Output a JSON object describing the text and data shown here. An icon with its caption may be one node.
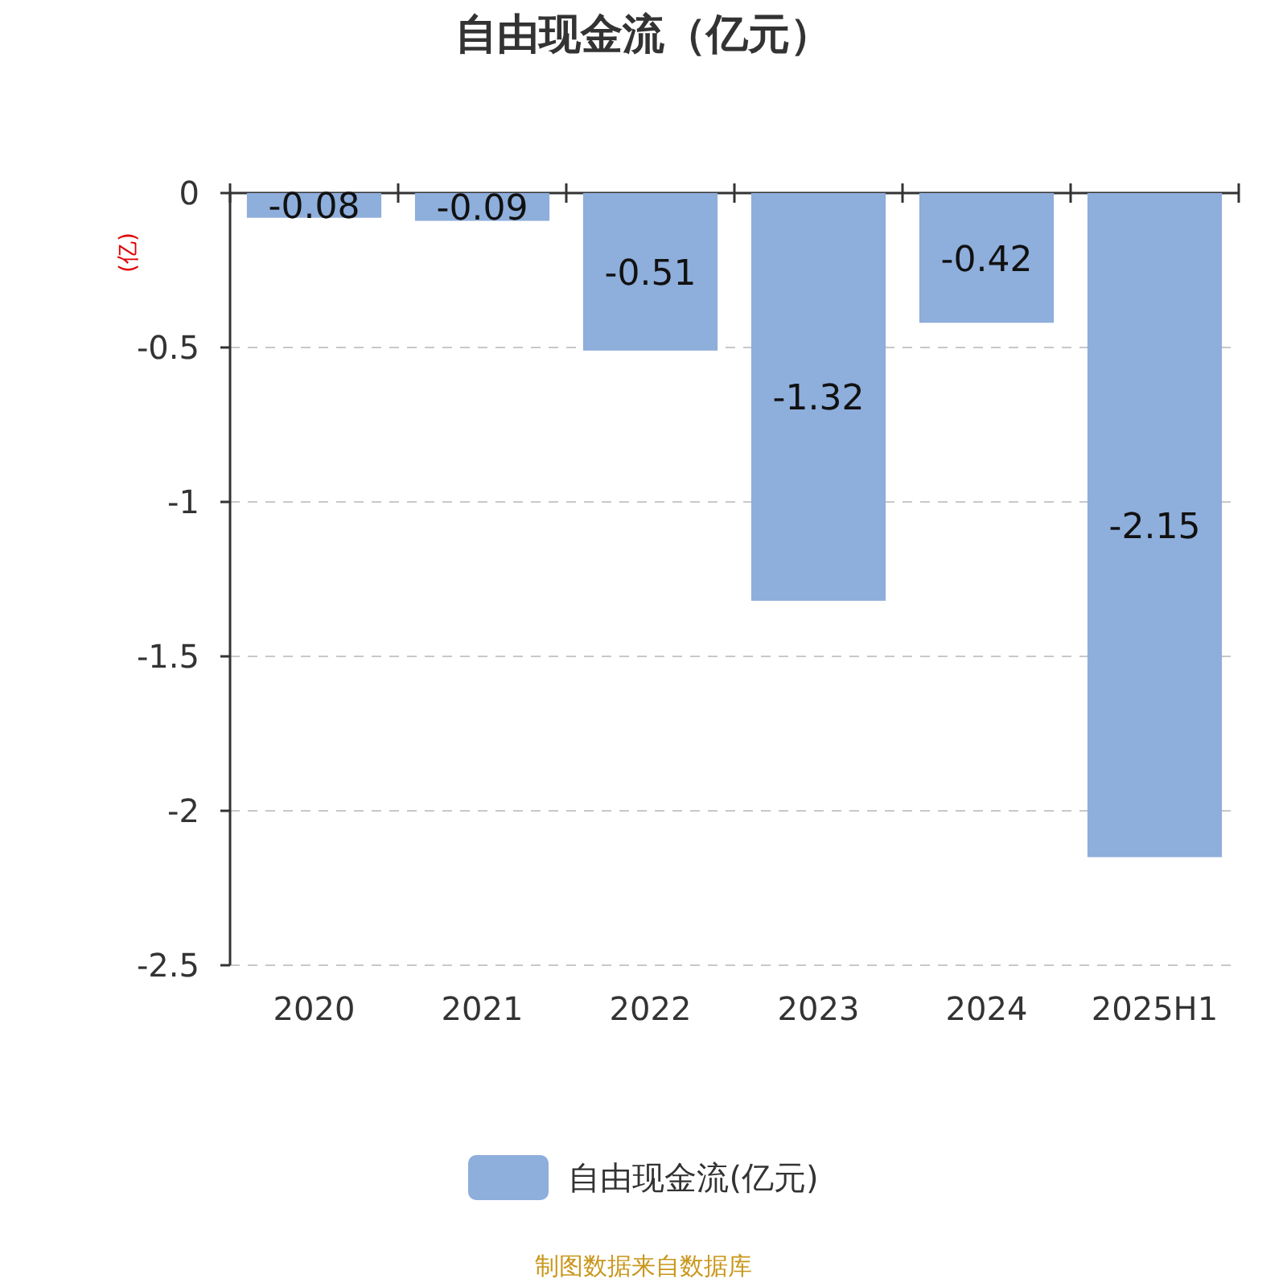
{
  "diagram": {
    "title": "自由现金流（亿元）",
    "caption": "制图数据来自数据库",
    "chart_data": {
      "type": "bar",
      "ylabel": "(亿)",
      "categories": [
        "2020",
        "2021",
        "2022",
        "2023",
        "2024",
        "2025H1"
      ],
      "series": [
        {
          "name": "自由现金流(亿元)",
          "color": "#8eaedb",
          "values": [
            -0.08,
            -0.09,
            -0.51,
            -1.32,
            -0.42,
            -2.15
          ]
        }
      ],
      "ylim": [
        -2.5,
        0
      ],
      "yticks": [
        0,
        -0.5,
        -1,
        -1.5,
        -2,
        -2.5
      ],
      "grid": true,
      "data_labels": true
    }
  }
}
